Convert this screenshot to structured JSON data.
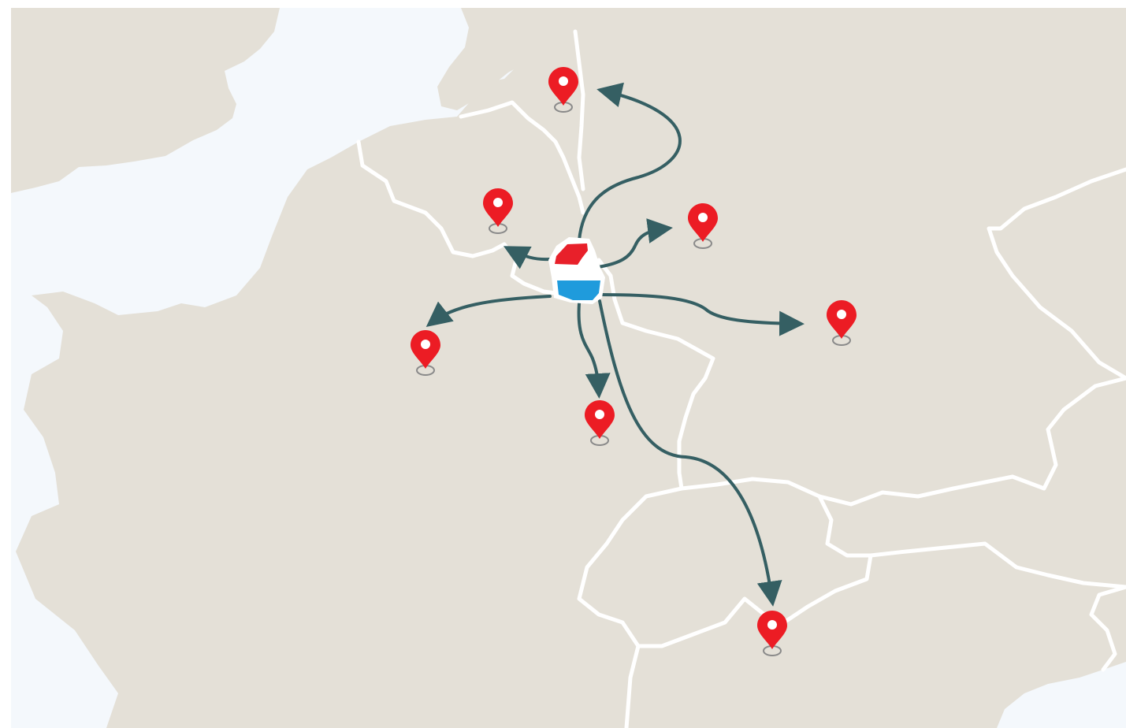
{
  "map": {
    "colors": {
      "frame": "#ffffff",
      "sea": "#f4f8fc",
      "land": "#e4e0d7",
      "border": "#ffffff",
      "arrow": "#355f63",
      "pin": "#ec1c24",
      "pin_shadow": "#8a8a8a",
      "flag_red": "#e8202a",
      "flag_white": "#ffffff",
      "flag_blue": "#1f9bdc"
    },
    "origin": {
      "name": "luxembourg-flag-marker",
      "icon": "luxembourg-flag-icon"
    },
    "markers": [
      {
        "id": "north",
        "icon": "map-pin-icon"
      },
      {
        "id": "northwest",
        "icon": "map-pin-icon"
      },
      {
        "id": "northeast",
        "icon": "map-pin-icon"
      },
      {
        "id": "east",
        "icon": "map-pin-icon"
      },
      {
        "id": "west",
        "icon": "map-pin-icon"
      },
      {
        "id": "south",
        "icon": "map-pin-icon"
      },
      {
        "id": "southeast",
        "icon": "map-pin-icon"
      }
    ]
  }
}
